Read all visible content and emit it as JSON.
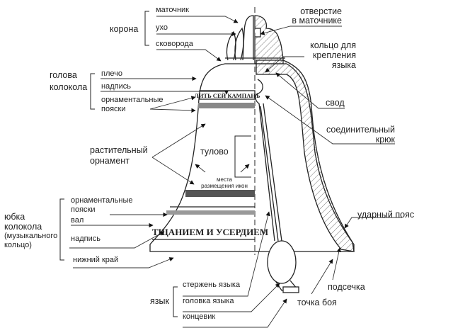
{
  "crown": {
    "group": "корона",
    "matochnik": "маточник",
    "ear": "ухо",
    "skovoroda": "сковорода"
  },
  "head": {
    "group_line1": "голова",
    "group_line2": "колокола",
    "shoulder": "плечо",
    "inscription": "надпись",
    "belts_line1": "орнаментальные",
    "belts_line2": "пояски"
  },
  "right": {
    "hole_line1": "отверстие",
    "hole_line2": "в маточнике",
    "ring_line1": "кольцо для",
    "ring_line2": "крепления",
    "ring_line3": "языка",
    "vault": "свод",
    "hook_line1": "соединительный",
    "hook_line2": "крюк",
    "strike_belt": "ударный пояс",
    "undercut": "подсечка",
    "strike_point": "точка боя"
  },
  "middle": {
    "ornament_line1": "растительный",
    "ornament_line2": "орнамент",
    "body": "тулово",
    "icons_line1": "места",
    "icons_line2": "размещения икон"
  },
  "skirt": {
    "group_line1": "юбка",
    "group_line2": "колокола",
    "group_line3": "(музыкального",
    "group_line4": "кольцо)",
    "belts_line1": "орнаментальные",
    "belts_line2": "пояски",
    "val": "вал",
    "inscription": "надпись",
    "bottom_edge": "нижний край"
  },
  "tongue": {
    "group": "язык",
    "rod": "стержень языка",
    "head": "головка языка",
    "end": "концевик"
  },
  "bell_lettering": {
    "upper": "ЛИТЬ СЕЙ КАМПАНЪ",
    "lower": "ТЩАНИЕМ И УСЕРДИЕМ"
  },
  "colors": {
    "ink": "#222222",
    "background": "#ffffff"
  }
}
